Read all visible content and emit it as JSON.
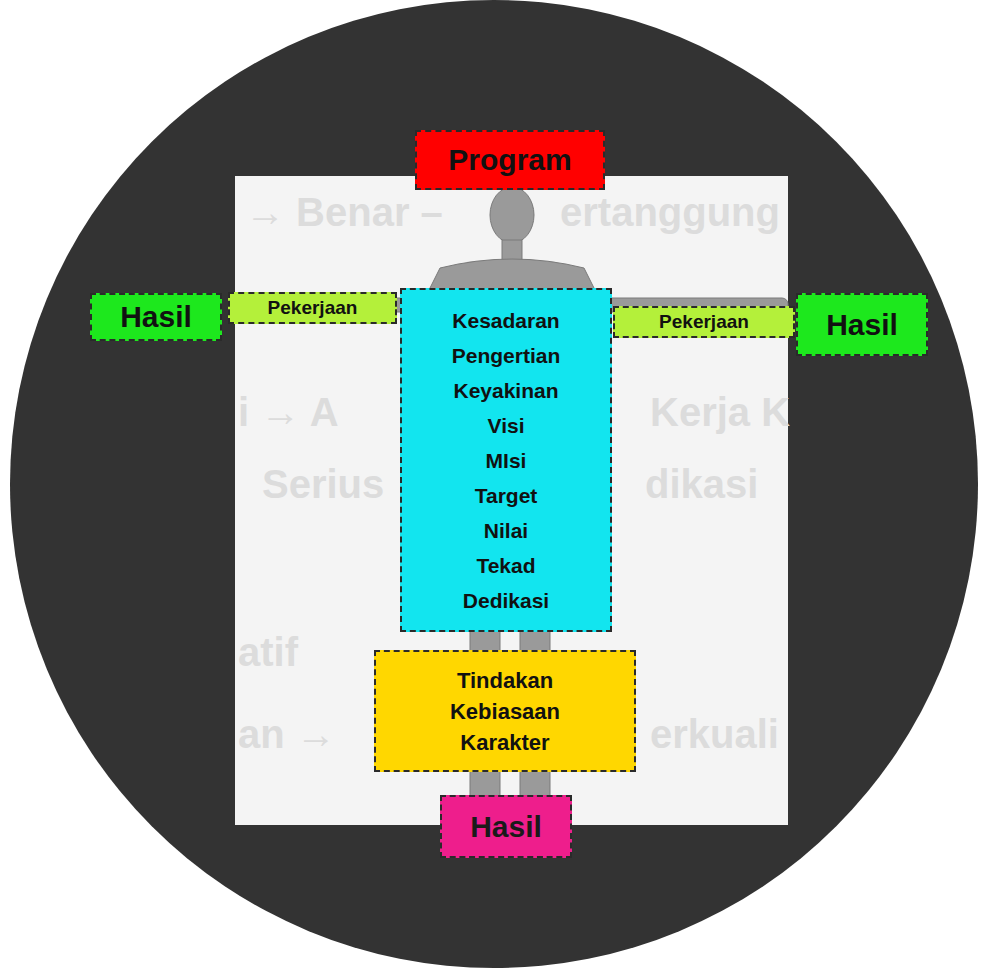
{
  "diagram": {
    "nodes": [
      {
        "text": [
          "Program"
        ]
      },
      {
        "text": [
          "Hasil"
        ]
      },
      {
        "text": [
          "Pekerjaan"
        ]
      },
      {
        "text": [
          "Kesadaran",
          "Pengertian",
          "Keyakinan",
          "Visi",
          "MIsi",
          "Target",
          "Nilai",
          "Tekad",
          "Dedikasi"
        ]
      },
      {
        "text": [
          "Pekerjaan"
        ]
      },
      {
        "text": [
          "Hasil"
        ]
      },
      {
        "text": [
          "Tindakan",
          "Kebiasaan",
          "Karakter"
        ]
      },
      {
        "text": [
          "Hasil"
        ]
      }
    ],
    "labels": [
      "→ Benar –",
      "ertanggung",
      "i → A",
      "Kerja K",
      "Serius",
      "dikasi",
      "atif",
      "an →",
      "erkuali"
    ]
  }
}
